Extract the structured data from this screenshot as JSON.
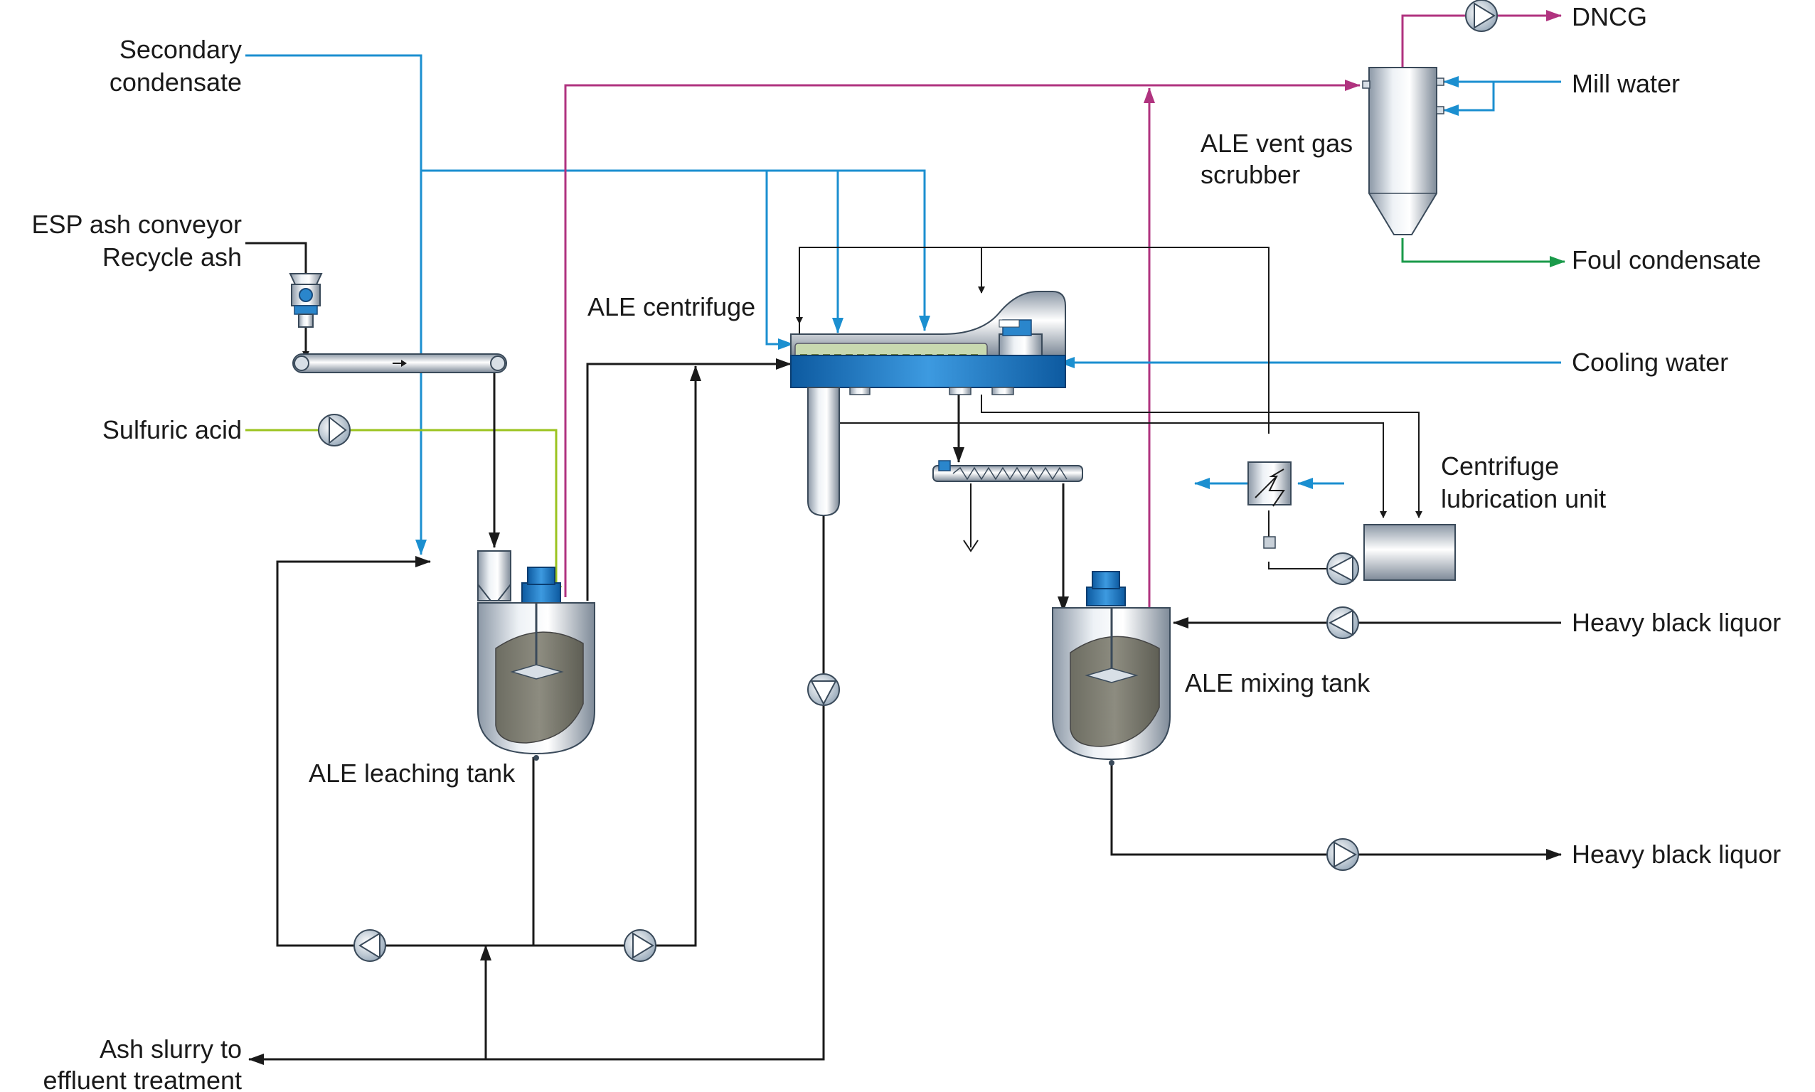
{
  "labels": {
    "secondary_condensate_1": "Secondary",
    "secondary_condensate_2": "condensate",
    "esp_ash_conveyor": "ESP ash conveyor",
    "recycle_ash": "Recycle ash",
    "sulfuric_acid": "Sulfuric acid",
    "ale_centrifuge": "ALE centrifuge",
    "ale_leaching_tank": "ALE leaching tank",
    "ale_mixing_tank": "ALE mixing tank",
    "ale_vent_gas_scrubber_1": "ALE vent gas",
    "ale_vent_gas_scrubber_2": "scrubber",
    "dncg": "DNCG",
    "mill_water": "Mill water",
    "foul_condensate": "Foul condensate",
    "cooling_water": "Cooling water",
    "centrifuge_lubrication_1": "Centrifuge",
    "centrifuge_lubrication_2": "lubrication unit",
    "heavy_black_liquor_in": "Heavy black liquor",
    "heavy_black_liquor_out": "Heavy black liquor",
    "ash_slurry_1": "Ash slurry to",
    "ash_slurry_2": "effluent treatment"
  },
  "colors": {
    "process_line": "#1a1a1a",
    "water_line": "#1b8fd0",
    "vent_gas_line": "#b0337f",
    "acid_line": "#9bc31f",
    "foul_condensate_line": "#1a9a4a",
    "equipment_blue": "#1e6fb8",
    "liquid_fill": "#7d7d72"
  },
  "icons": [
    "pump-icon",
    "rotary-valve-icon",
    "heat-exchanger-icon",
    "belt-conveyor-icon",
    "screw-conveyor-icon",
    "agitator-icon"
  ]
}
